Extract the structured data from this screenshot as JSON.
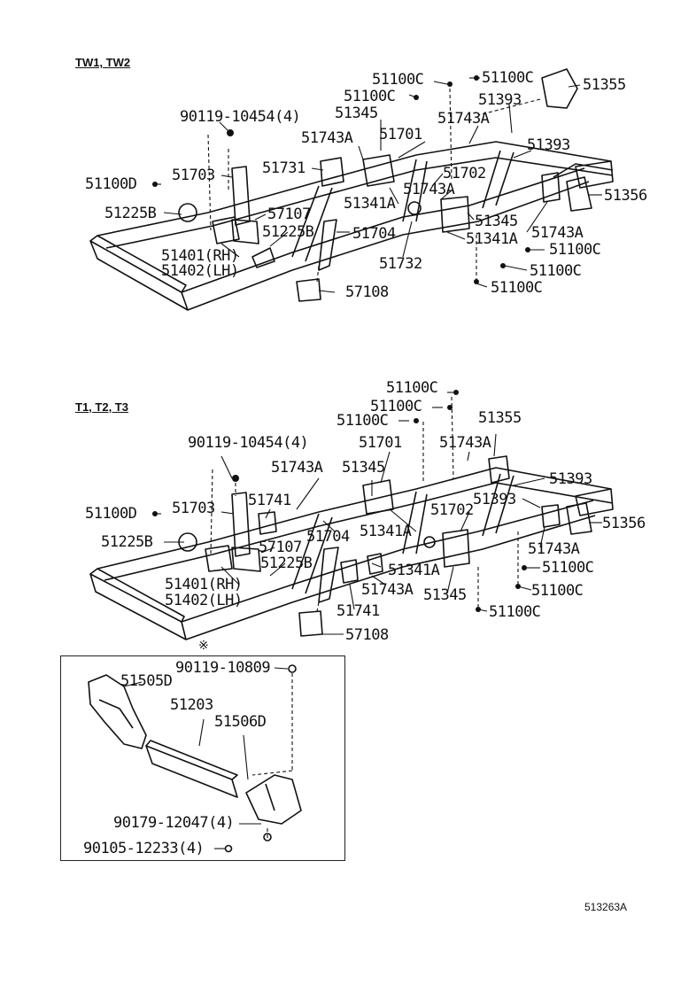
{
  "sections": {
    "upper_title": "TW1, TW2",
    "lower_title": "T1, T2, T3",
    "inset_marker": "※"
  },
  "upper_labels": [
    "51100C",
    "51100C",
    "51355",
    "51100C",
    "51393",
    "90119-10454(4)",
    "51345",
    "51743A",
    "51743A",
    "51701",
    "51393",
    "51703",
    "51731",
    "51702",
    "51100D",
    "51743A",
    "51356",
    "51341A",
    "51225B",
    "57107",
    "51345",
    "51225B",
    "51704",
    "51341A",
    "51743A",
    "51401(RH)",
    "51100C",
    "51402(LH)",
    "51732",
    "51100C",
    "57108",
    "51100C"
  ],
  "lower_labels": [
    "51100C",
    "51100C",
    "51100C",
    "51355",
    "90119-10454(4)",
    "51701",
    "51743A",
    "51743A",
    "51345",
    "51393",
    "51703",
    "51741",
    "51393",
    "51702",
    "51100D",
    "51356",
    "51225B",
    "57107",
    "51704",
    "51341A",
    "51743A",
    "51225B",
    "51341A",
    "51100C",
    "51401(RH)",
    "51743A",
    "51345",
    "51100C",
    "51402(LH)",
    "51741",
    "51100C",
    "57108"
  ],
  "inset_labels": [
    "90119-10809",
    "51505D",
    "51203",
    "51506D",
    "90179-12047(4)",
    "90105-12233(4)"
  ],
  "drawing_code": "513263A"
}
